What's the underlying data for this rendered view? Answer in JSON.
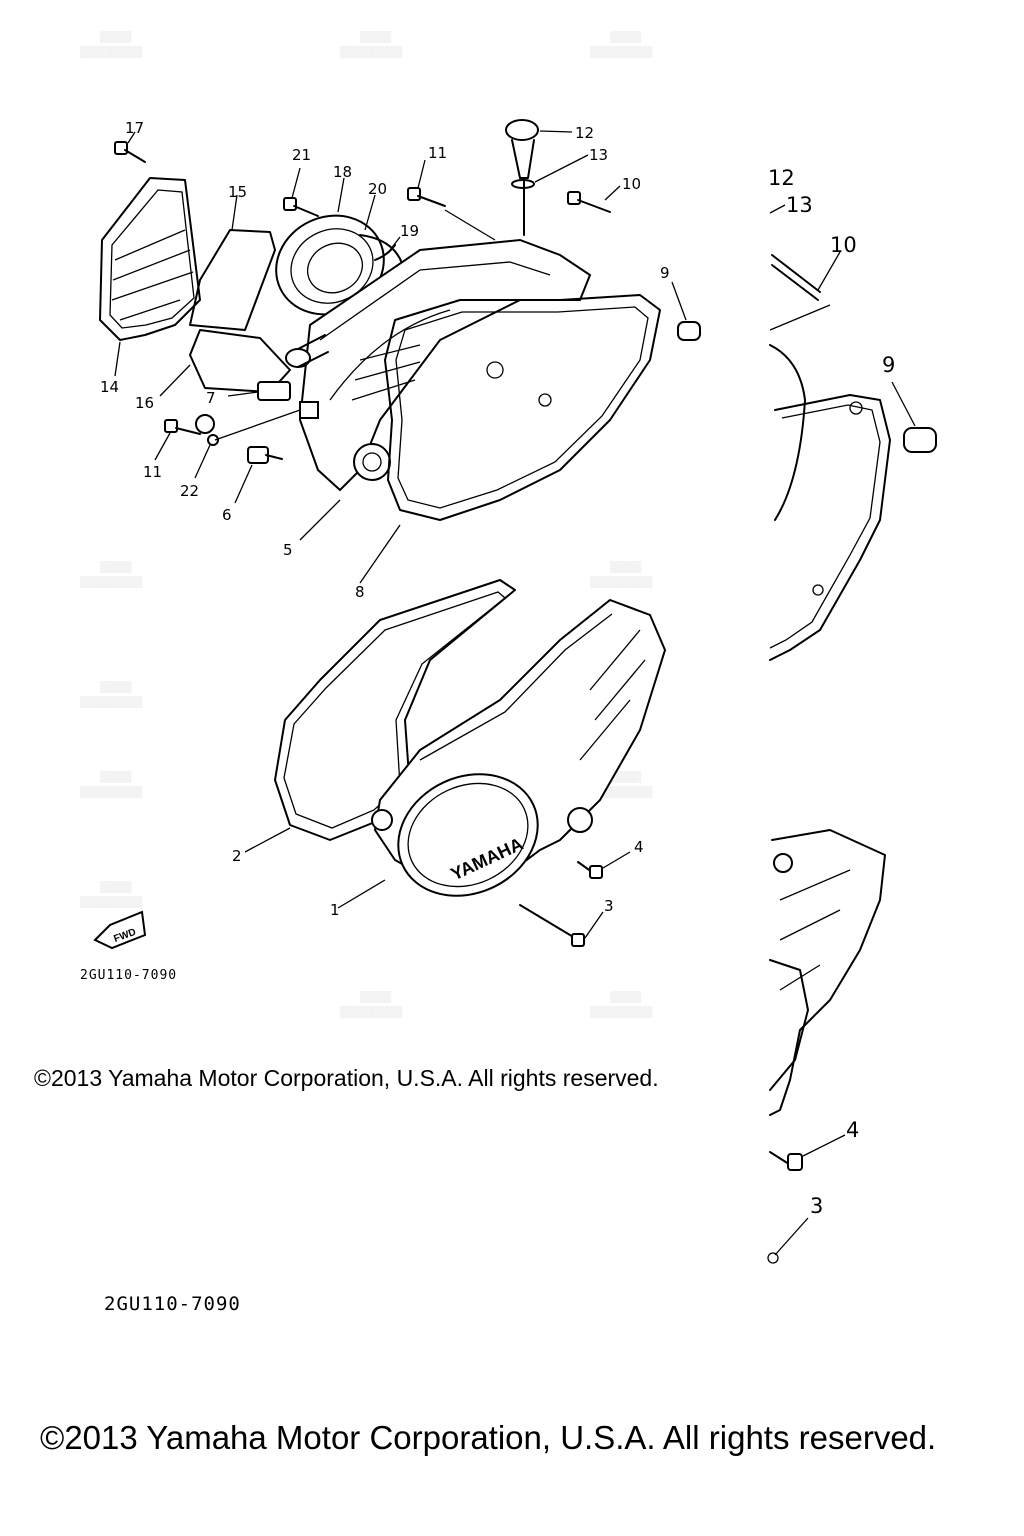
{
  "diagram": {
    "brand_text": "YAMAHA",
    "fwd_label": "FWD",
    "drawing_code": "2GU110-7090",
    "drawing_code_zoom": "2GU110-7090",
    "copyright": "©2013 Yamaha Motor Corporation, U.S.A. All rights reserved.",
    "copyright_large": "©2013 Yamaha Motor Corporation, U.S.A. All rights reserved.",
    "callouts": [
      "1",
      "2",
      "3",
      "4",
      "5",
      "6",
      "7",
      "8",
      "9",
      "10",
      "11",
      "11",
      "12",
      "13",
      "14",
      "15",
      "16",
      "17",
      "18",
      "19",
      "20",
      "21",
      "22"
    ],
    "zoom_callouts": [
      "12",
      "13",
      "10",
      "9",
      "4",
      "3"
    ]
  }
}
